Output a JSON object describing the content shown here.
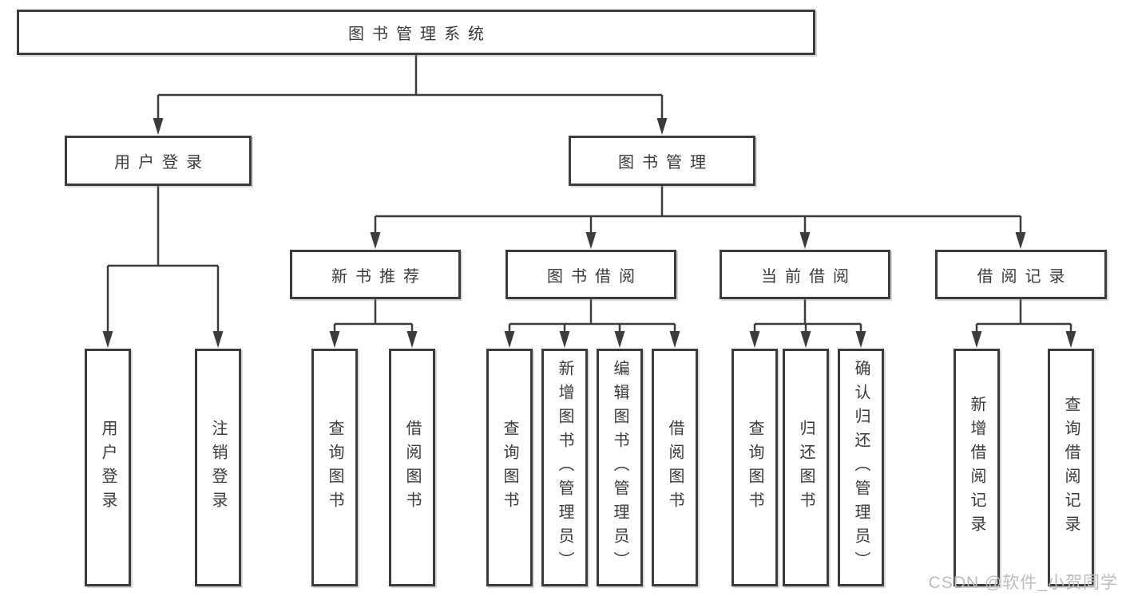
{
  "colors": {
    "line": "#3c3c3c",
    "box_border": "#3c3c3c",
    "box_fill": "#ffffff",
    "text": "#3a3a3a",
    "watermark": "#b9bcc0",
    "background": "#ffffff"
  },
  "tree": {
    "root": {
      "label": "图书管理系统"
    },
    "branches": [
      {
        "label": "用户登录",
        "children": [
          {
            "label": "用户登录"
          },
          {
            "label": "注销登录"
          }
        ]
      },
      {
        "label": "图书管理",
        "children": [
          {
            "label": "新书推荐",
            "children": [
              {
                "label": "查询图书"
              },
              {
                "label": "借阅图书"
              }
            ]
          },
          {
            "label": "图书借阅",
            "children": [
              {
                "label": "查询图书"
              },
              {
                "label": "新增图书（管理员）"
              },
              {
                "label": "编辑图书（管理员）"
              },
              {
                "label": "借阅图书"
              }
            ]
          },
          {
            "label": "当前借阅",
            "children": [
              {
                "label": "查询图书"
              },
              {
                "label": "归还图书"
              },
              {
                "label": "确认归还（管理员）"
              }
            ]
          },
          {
            "label": "借阅记录",
            "children": [
              {
                "label": "新增借阅记录"
              },
              {
                "label": "查询借阅记录"
              }
            ]
          }
        ]
      }
    ]
  },
  "watermark": {
    "text": "CSDN @软件_小贺同学"
  }
}
